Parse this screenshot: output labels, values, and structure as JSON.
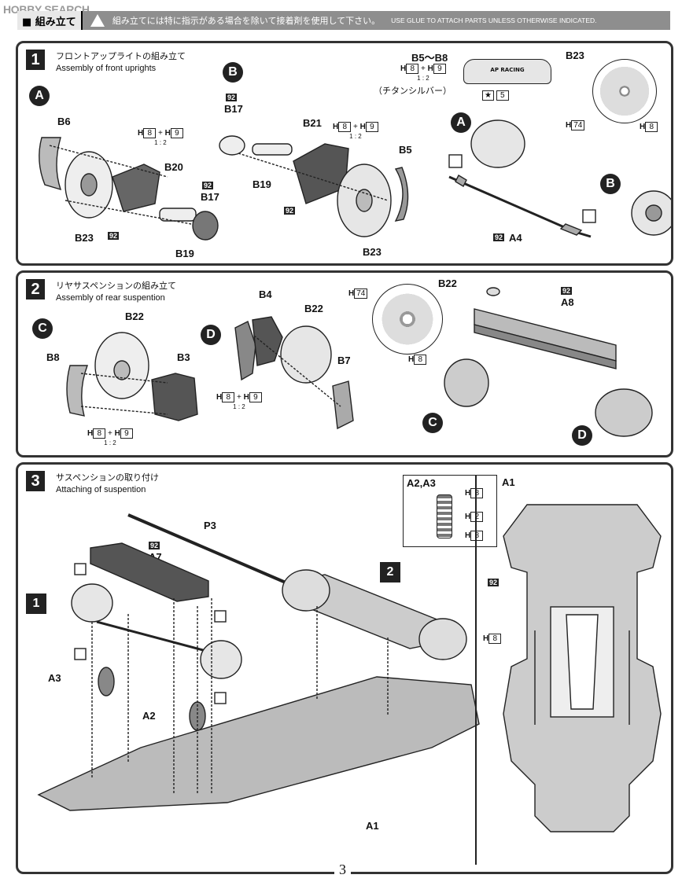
{
  "watermark": "HOBBY SEARCH",
  "header": {
    "tag": "■ 組み立て",
    "note_jp": "組み立てには特に指示がある場合を除いて接着剤を使用して下さい。",
    "note_en": "USE GLUE TO ATTACH PARTS UNLESS OTHERWISE INDICATED."
  },
  "steps": [
    {
      "num": "1",
      "title_jp": "フロントアップライトの組み立て",
      "title_en": "Assembly of front uprights"
    },
    {
      "num": "2",
      "title_jp": "リヤサスペンションの組み立て",
      "title_en": "Assembly of rear suspention"
    },
    {
      "num": "3",
      "title_jp": "サスペンションの取り付け",
      "title_en": "Attaching of suspention"
    }
  ],
  "labels": {
    "A": "A",
    "B": "B",
    "C": "C",
    "D": "D",
    "B6": "B6",
    "B20": "B20",
    "B23": "B23",
    "B19": "B19",
    "B17": "B17",
    "B21": "B21",
    "B5": "B5",
    "B5B8": "B5～B8",
    "A4": "A4",
    "B22": "B22",
    "B8": "B8",
    "B3": "B3",
    "B4": "B4",
    "B7": "B7",
    "A8": "A8",
    "P3": "P3",
    "A7": "A7",
    "A3": "A3",
    "A2": "A2",
    "A1": "A1",
    "A2A3": "A2,A3",
    "two": "2",
    "one": "1"
  },
  "paint": {
    "p92": "92",
    "h8": "8",
    "h9": "9",
    "h74": "74",
    "h2": "2",
    "h": "H",
    "plus": "+",
    "ratio": "1 : 2",
    "star5": "5",
    "titanium": "（チタンシルバー）",
    "brand": "AP RACING"
  },
  "page": "3"
}
